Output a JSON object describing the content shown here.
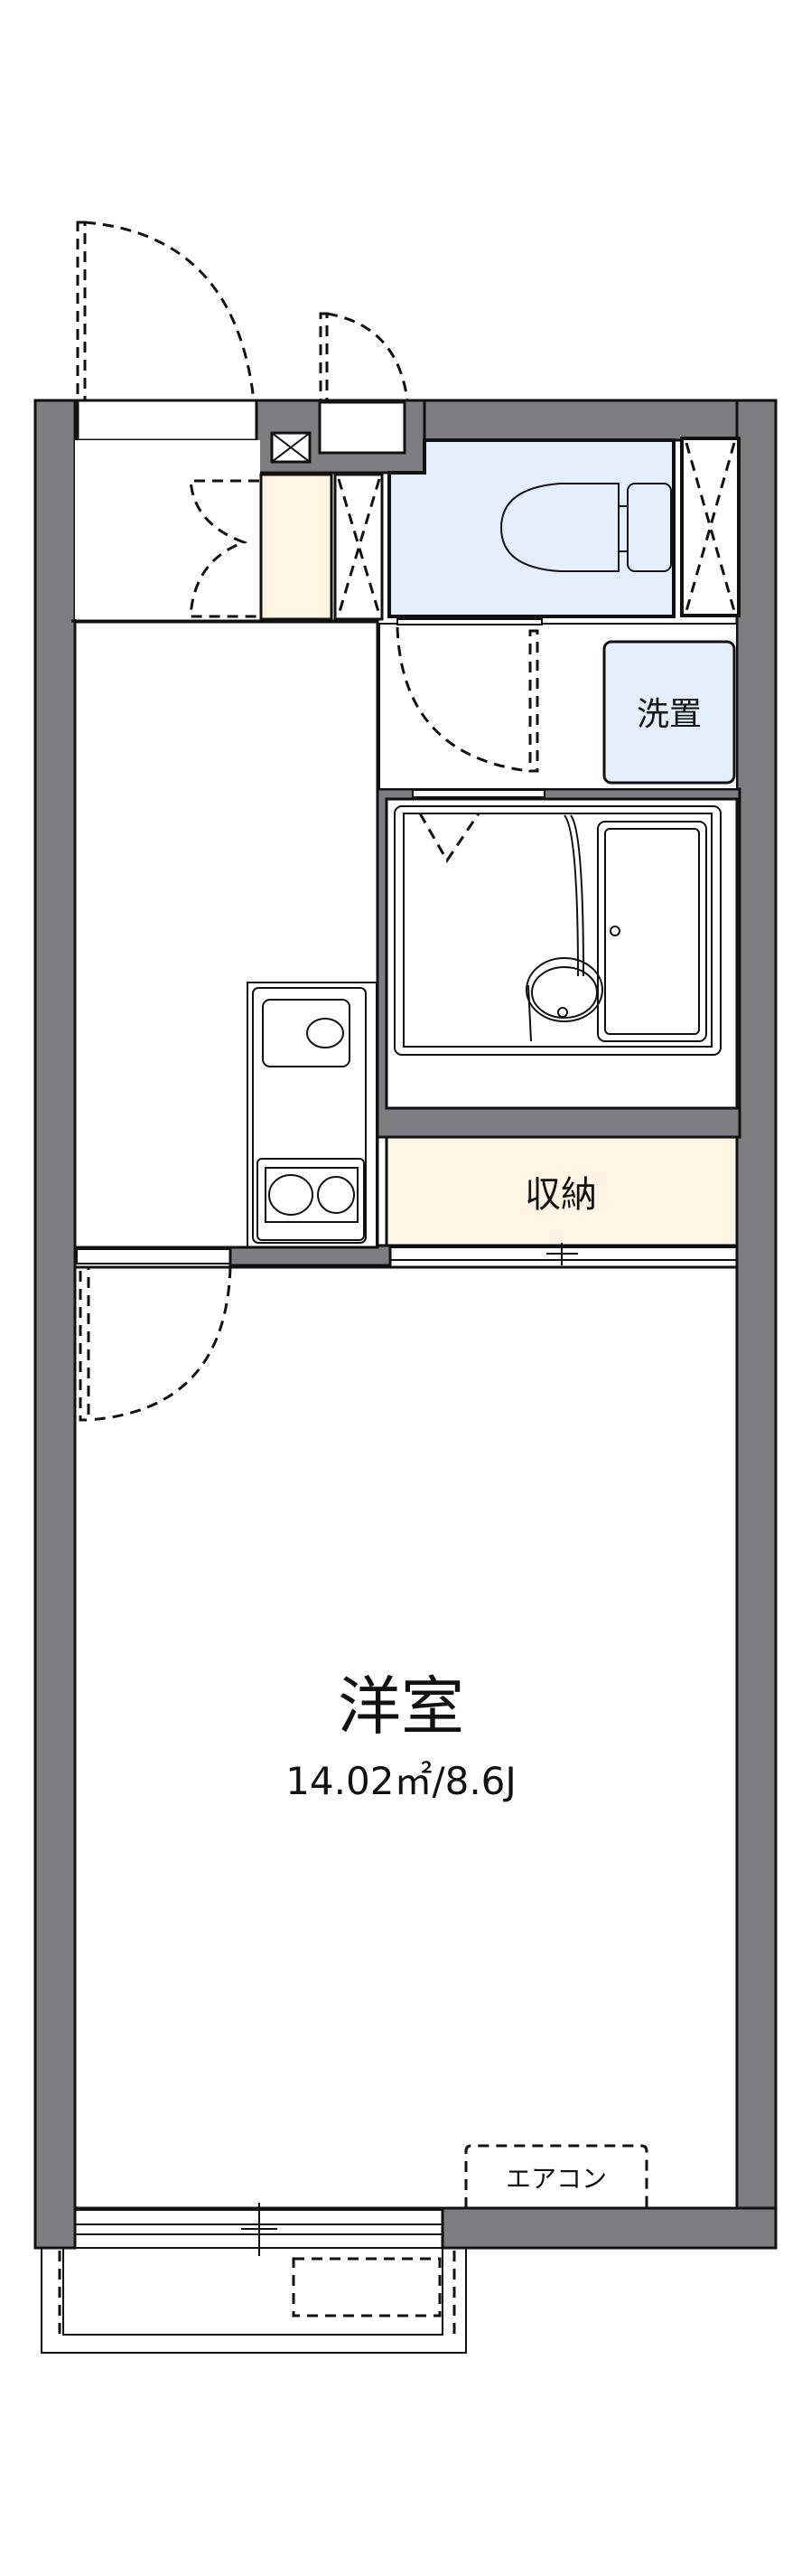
{
  "floorplan": {
    "rooms": {
      "western_room": {
        "name": "洋室",
        "area": "14.02㎡/8.6J"
      },
      "storage": {
        "name": "収納"
      },
      "washer_space": {
        "name": "洗置"
      },
      "air_conditioner": {
        "name": "エアコン"
      }
    },
    "colors": {
      "wall": "#7e7d82",
      "wet_area": "#e5eefd",
      "storage": "#fff5e2",
      "line": "#111111"
    }
  }
}
